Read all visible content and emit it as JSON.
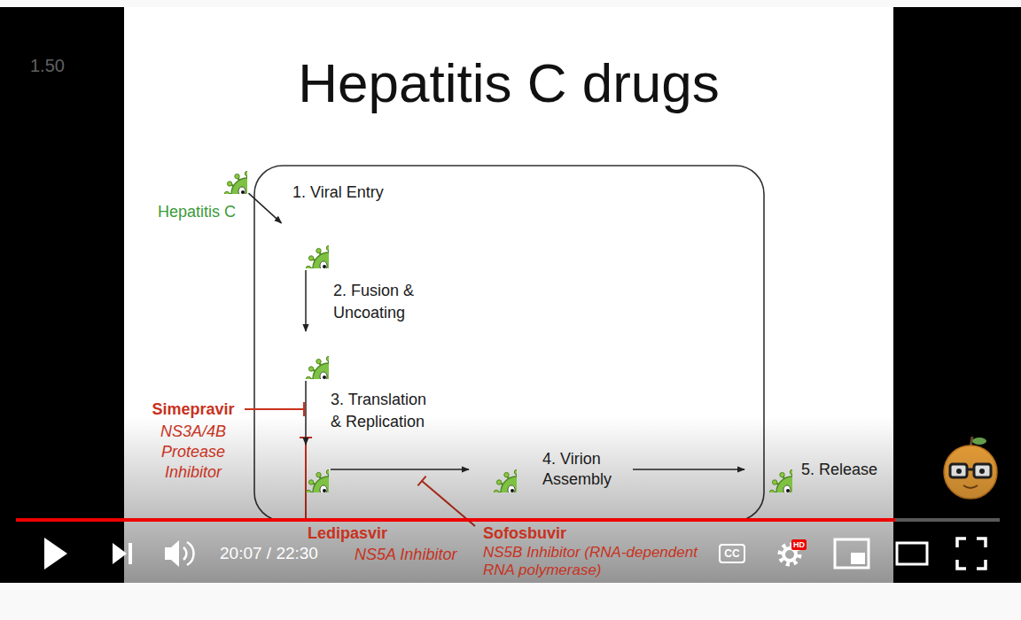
{
  "diagram": {
    "title": "Hepatitis C drugs",
    "nodes": [
      {
        "text": [
          "Hepatitis C"
        ]
      },
      {
        "text": []
      },
      {
        "text": []
      },
      {
        "text": []
      },
      {
        "text": [
          "4. Virion Assembly"
        ]
      },
      {
        "text": [
          "5. Release"
        ]
      }
    ],
    "edges": [
      {
        "from": 0,
        "to": 1,
        "arrow": "to",
        "label": "1. Viral Entry"
      },
      {
        "from": 1,
        "to": 2,
        "arrow": "to",
        "label": "2. Fusion & Uncoating"
      },
      {
        "from": 2,
        "to": 3,
        "arrow": "to",
        "label": "3. Translation & Replication"
      },
      {
        "from": 3,
        "to": 4,
        "arrow": "to"
      },
      {
        "from": 4,
        "to": 5,
        "arrow": "to"
      }
    ],
    "labels": [
      "1.50",
      "Simepravir",
      "NS3A/4B Protease Inhibitor",
      "Ledipasvir",
      "NS5A Inhibitor",
      "Sofosbuvir",
      "NS5B Inhibitor (RNA-dependent RNA polymerase)",
      "20:07 / 22:30",
      "CC",
      "HD"
    ]
  }
}
